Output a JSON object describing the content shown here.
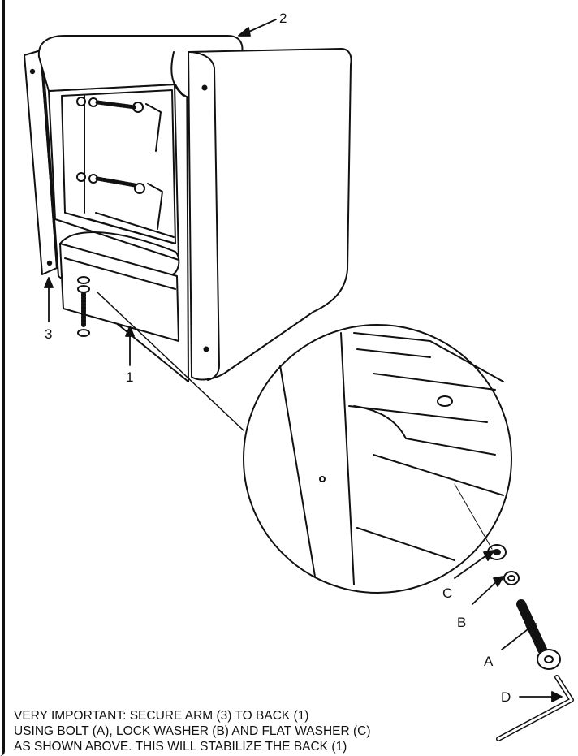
{
  "callouts": {
    "back_label": "1",
    "cushion_label": "2",
    "arm_label": "3",
    "bolt_label": "A",
    "lock_washer_label": "B",
    "flat_washer_label": "C",
    "hex_key_label": "D"
  },
  "instructions": {
    "line1": "VERY IMPORTANT: SECURE ARM (3) TO BACK (1)",
    "line2": "USING BOLT (A), LOCK WASHER (B) AND FLAT WASHER (C)",
    "line3": "AS SHOWN ABOVE. THIS WILL STABILIZE THE BACK (1)"
  }
}
